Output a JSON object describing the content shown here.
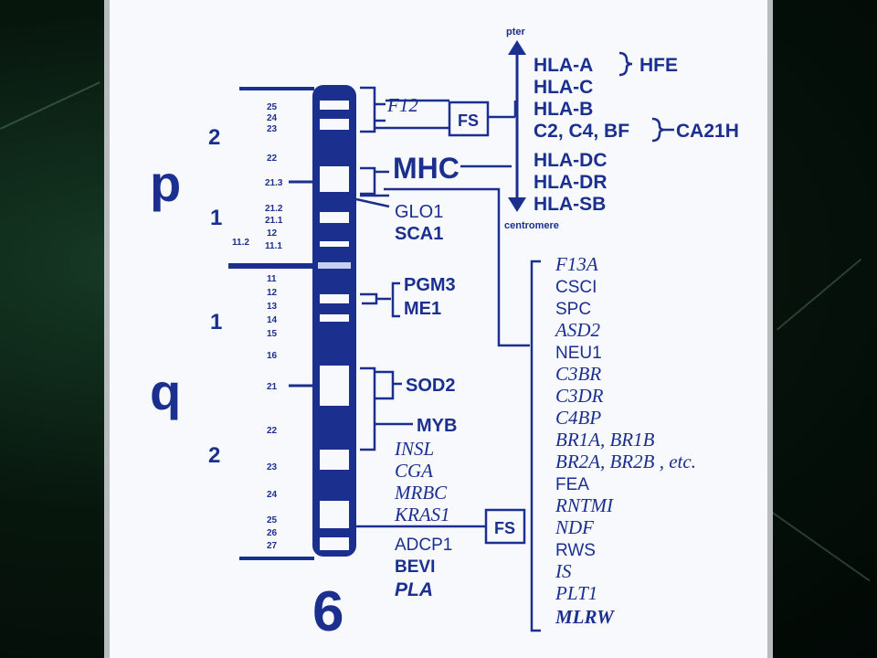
{
  "chromosome": {
    "number": "6",
    "arm_p": "p",
    "arm_q": "q",
    "regions": [
      "2",
      "1",
      "1",
      "2"
    ],
    "band_labels_left": [
      "11.2"
    ],
    "band_labels": [
      "25",
      "24",
      "23",
      "22",
      "21.3",
      "21.2",
      "21.1",
      "12",
      "11.1",
      "11",
      "12",
      "13",
      "14",
      "15",
      "16",
      "21",
      "22",
      "23",
      "24",
      "25",
      "26",
      "27"
    ]
  },
  "p_arm": {
    "f12": "F12",
    "fs_top": "FS",
    "mhc": "MHC",
    "glo1": "GLO1",
    "sca1": "SCA1"
  },
  "mhc_genes": {
    "pter": "pter",
    "centromere": "centromere",
    "hla_a": "HLA-A",
    "hfe": "HFE",
    "hla_c": "HLA-C",
    "hla_b": "HLA-B",
    "complement": "C2, C4, BF",
    "ca21h": "CA21H",
    "hla_dc": "HLA-DC",
    "hla_dr": "HLA-DR",
    "hla_sb": "HLA-SB"
  },
  "q_arm": {
    "pgm3": "PGM3",
    "me1": "ME1",
    "sod2": "SOD2",
    "myb": "MYB",
    "insl": "INSL",
    "cga": "CGA",
    "mrbc": "MRBC",
    "kras1": "KRAS1",
    "fs_bottom": "FS",
    "adcp1": "ADCP1",
    "bevi": "BEVI",
    "pla": "PLA"
  },
  "unmapped_list": [
    "F13A",
    "CSCI",
    "SPC",
    "ASD2",
    "NEU1",
    "C3BR",
    "C3DR",
    "C4BP",
    "BR1A, BR1B",
    "BR2A, BR2B , etc.",
    "FEA",
    "RNTMI",
    "NDF",
    "RWS",
    "IS",
    "PLT1",
    "MLRW"
  ],
  "colors": {
    "ink": "#1b2f8f",
    "paper": "#f7f9fd",
    "background": "#07160d"
  }
}
